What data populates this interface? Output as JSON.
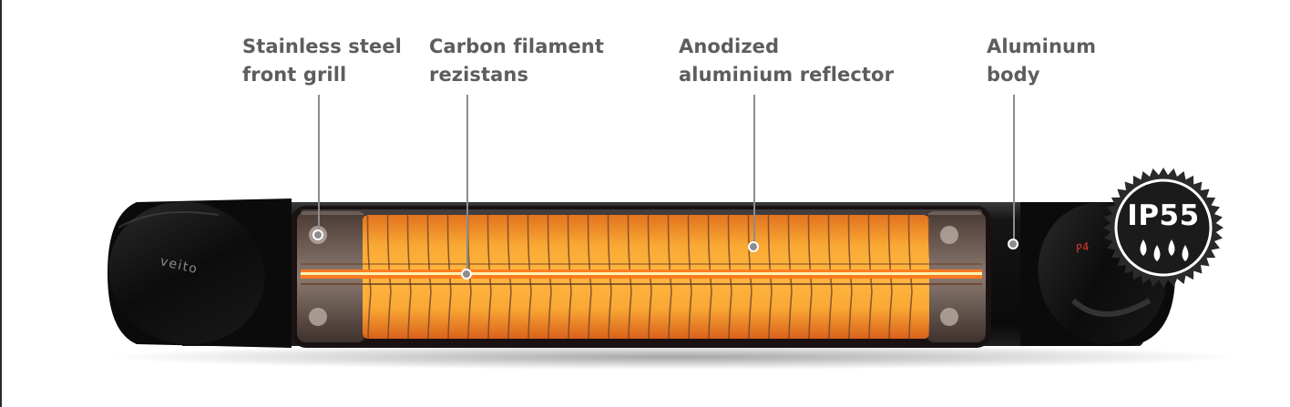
{
  "callouts": [
    {
      "id": "grill",
      "lines": [
        "Stainless steel",
        "front grill"
      ]
    },
    {
      "id": "filament",
      "lines": [
        "Carbon filament",
        "rezistans"
      ]
    },
    {
      "id": "reflector",
      "lines": [
        "Anodized",
        "aluminium reflector"
      ]
    },
    {
      "id": "body",
      "lines": [
        "Aluminum",
        "body"
      ]
    }
  ],
  "product": {
    "brand": "veito",
    "display_readout": "P4"
  },
  "badge": {
    "rating": "IP55",
    "icon": "water-drops-icon"
  },
  "colors": {
    "label_text": "#5d5d5d",
    "leader_line": "#8d8d8d",
    "heater_body": "#0d0d0d",
    "glow_orange": "#f7a12c",
    "glow_core": "#ff6a1a",
    "badge_fill": "#1b1b1b"
  }
}
